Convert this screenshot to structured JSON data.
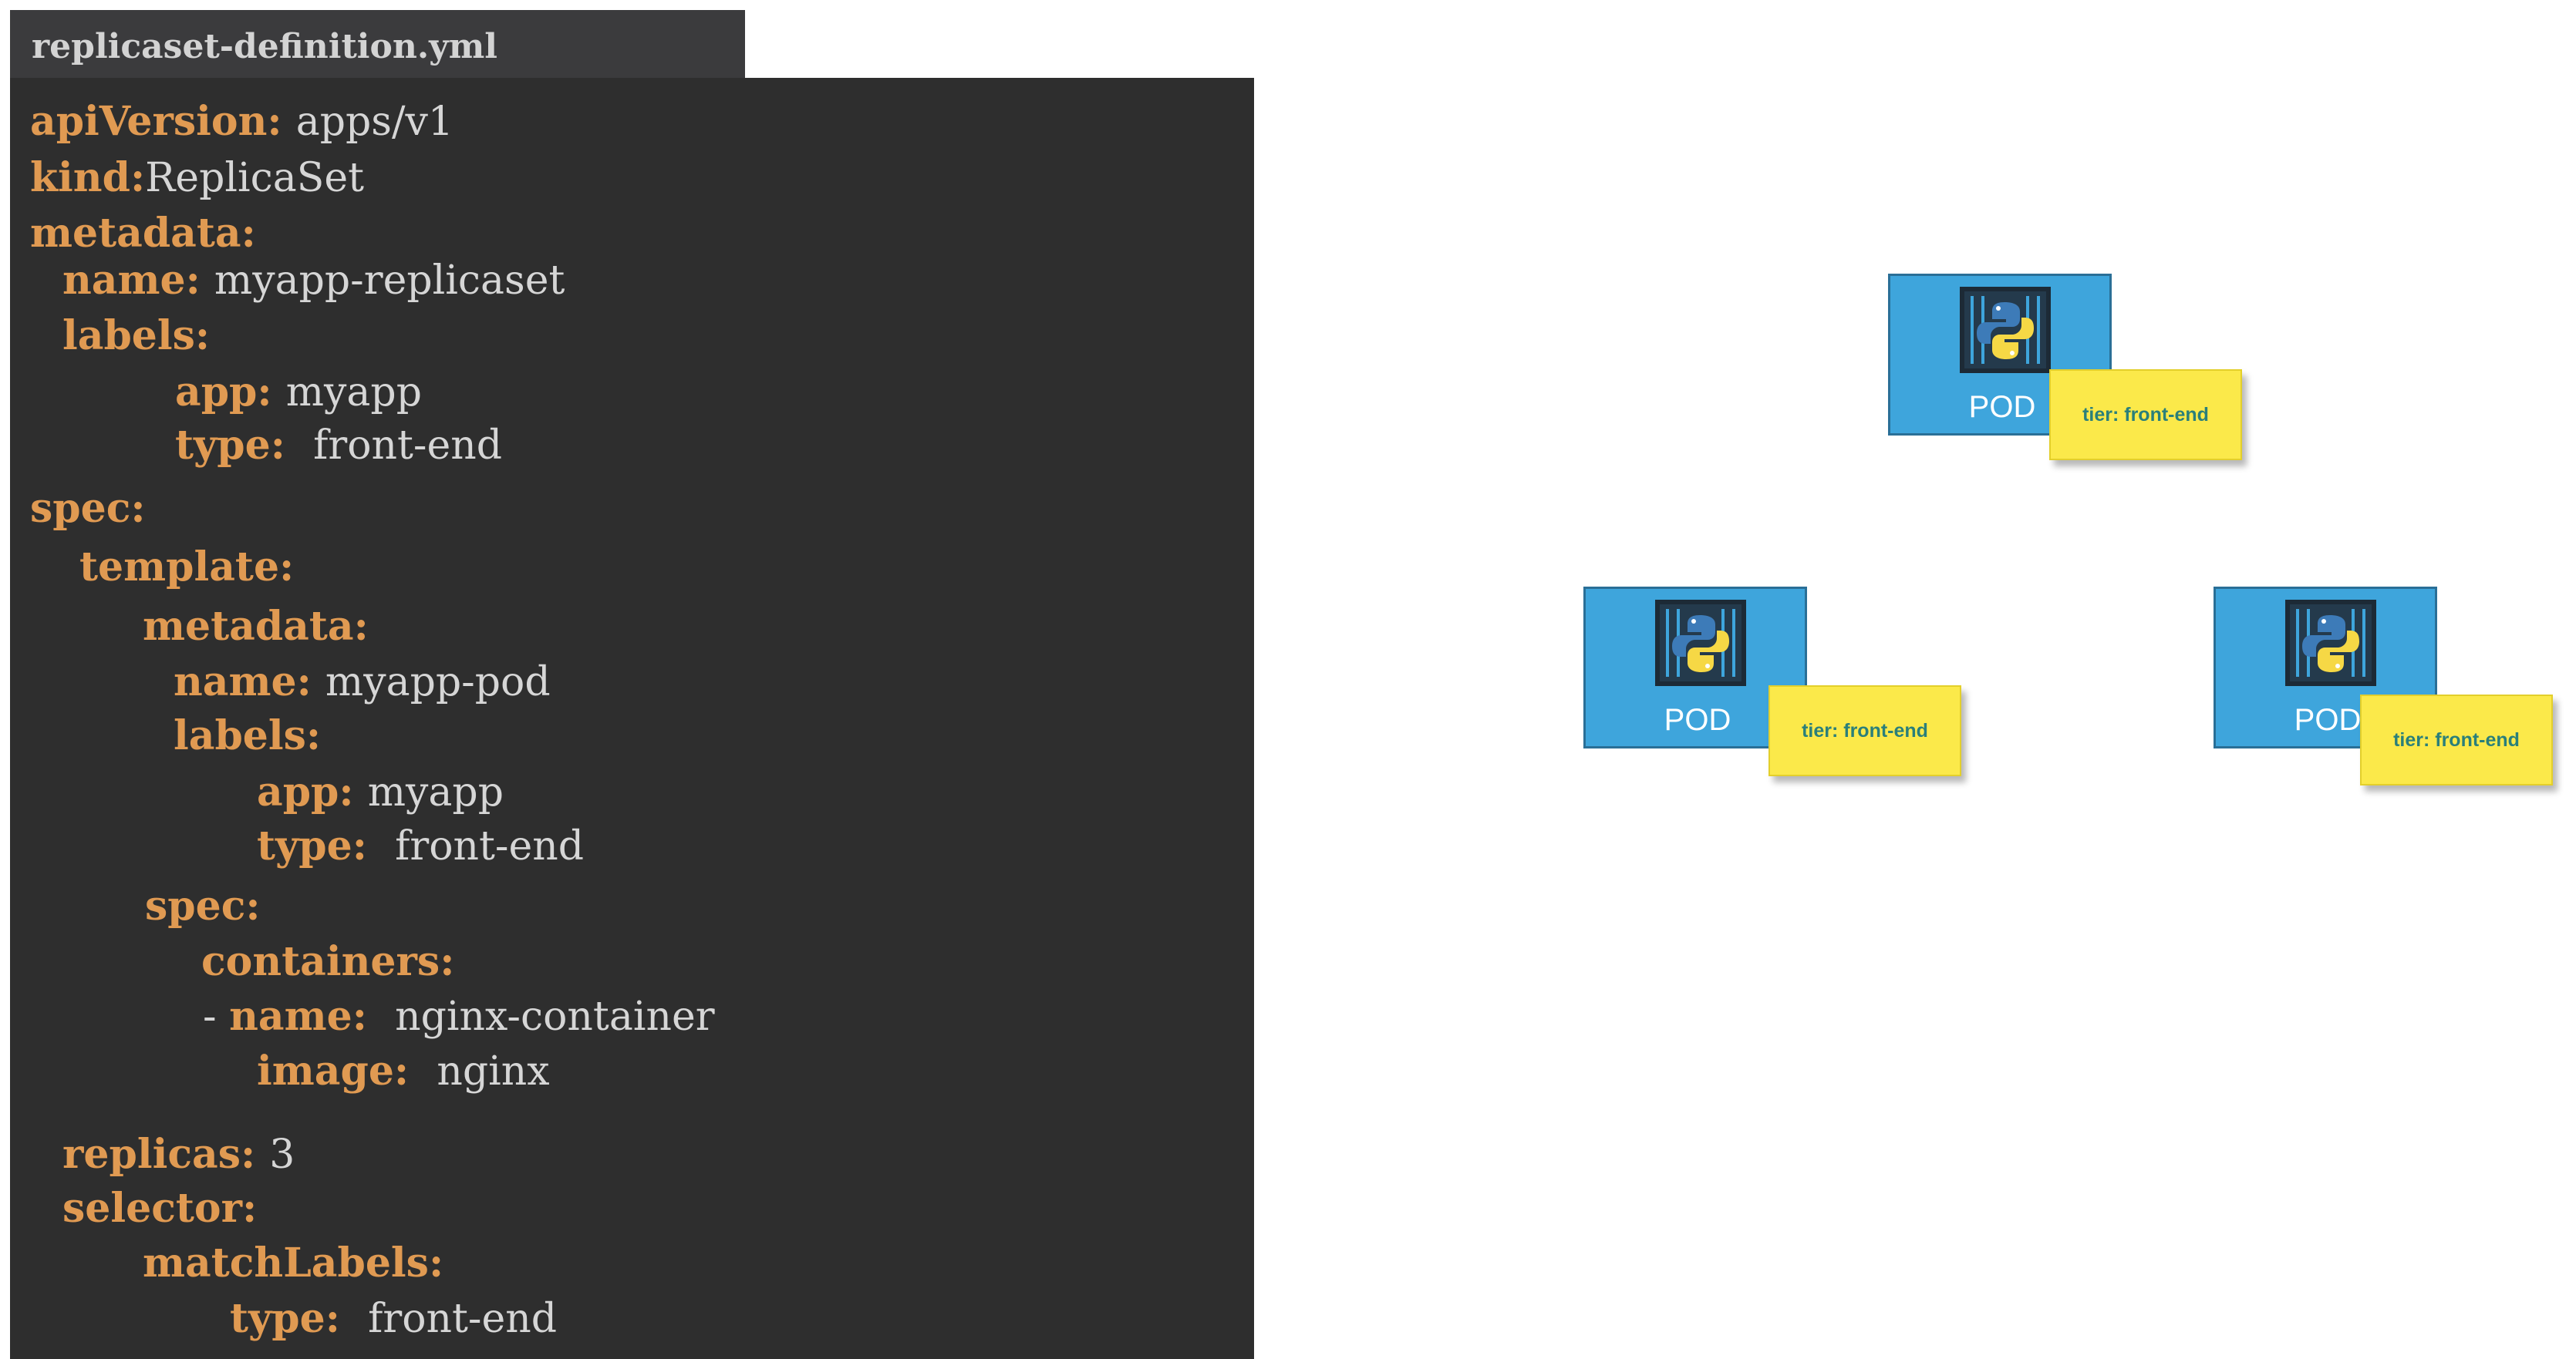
{
  "tab": {
    "filename": "replicaset-definition.yml"
  },
  "code": {
    "lines": [
      {
        "key": "apiVersion",
        "value": "apps/v1"
      },
      {
        "key": "kind",
        "value": "ReplicaSet"
      },
      {
        "key": "metadata",
        "value": ""
      },
      {
        "key": "name",
        "value": "myapp-replicaset"
      },
      {
        "key": "labels",
        "value": ""
      },
      {
        "key": "app",
        "value": "myapp"
      },
      {
        "key": "type",
        "value": "front-end"
      },
      {
        "key": "spec",
        "value": ""
      },
      {
        "key": "template",
        "value": ""
      },
      {
        "key": "metadata",
        "value": ""
      },
      {
        "key": "name",
        "value": "myapp-pod"
      },
      {
        "key": "labels",
        "value": ""
      },
      {
        "key": "app",
        "value": "myapp"
      },
      {
        "key": "type",
        "value": "front-end"
      },
      {
        "key": "spec",
        "value": ""
      },
      {
        "key": "containers",
        "value": ""
      },
      {
        "dash": "- ",
        "key": "name",
        "value": "nginx-container"
      },
      {
        "key": "image",
        "value": "nginx"
      },
      {
        "key": "replicas",
        "value": "3"
      },
      {
        "key": "selector",
        "value": ""
      },
      {
        "key": "matchLabels",
        "value": ""
      },
      {
        "key": "type",
        "value": "front-end"
      }
    ]
  },
  "pods": [
    {
      "label": "POD",
      "tag": "tier: front-end",
      "icon": "python-container-icon"
    },
    {
      "label": "POD",
      "tag": "tier: front-end",
      "icon": "python-container-icon"
    },
    {
      "label": "POD",
      "tag": "tier: front-end",
      "icon": "python-container-icon"
    }
  ],
  "colors": {
    "editor_bg": "#2e2e2e",
    "tab_bg": "#3b3b3d",
    "key": "#e09a52",
    "value": "#d6d6d6",
    "pod": "#3ea5dc",
    "tag": "#fbe94a",
    "tag_text": "#2a7f7a"
  }
}
